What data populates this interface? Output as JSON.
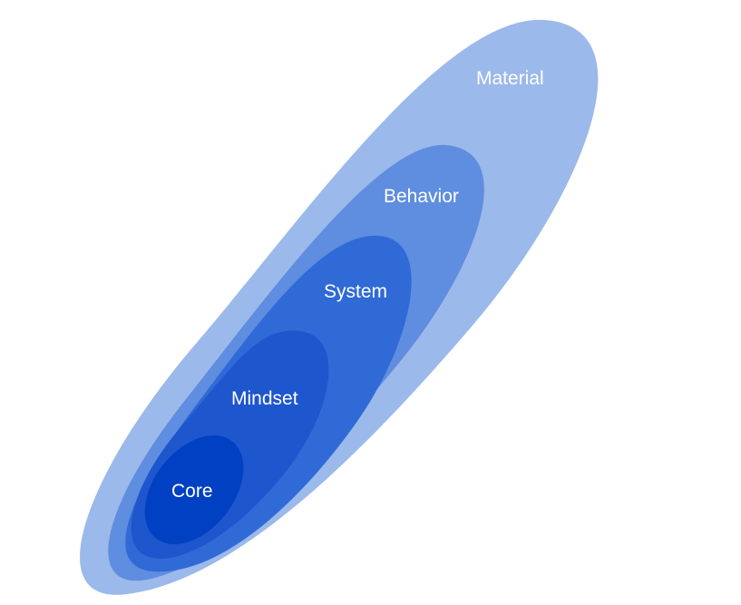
{
  "diagram": {
    "type": "nested-layers",
    "layers": [
      {
        "label": "Material",
        "color": "#9bb9ea"
      },
      {
        "label": "Behavior",
        "color": "#5f8de0"
      },
      {
        "label": "System",
        "color": "#2f6ad6"
      },
      {
        "label": "Mindset",
        "color": "#1e56cd"
      },
      {
        "label": "Core",
        "color": "#0040c2"
      }
    ]
  }
}
